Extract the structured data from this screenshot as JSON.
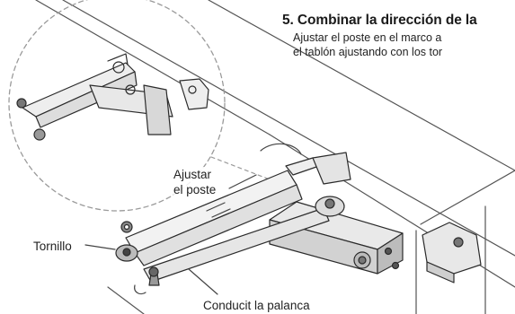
{
  "step": {
    "title": "5. Combinar la dirección de la",
    "desc_line1": "Ajustar el poste en el marco a",
    "desc_line2": "el tablón ajustando con los tor"
  },
  "callouts": {
    "ajustar_line1": "Ajustar",
    "ajustar_line2": "el poste",
    "tornillo": "Tornillo",
    "conducit": "Conducit la palanca"
  },
  "colors": {
    "line": "#2b2b2b",
    "frame": "#555555",
    "dashed_circle": "#9a9a9a",
    "shade": "#cfcfcf"
  }
}
